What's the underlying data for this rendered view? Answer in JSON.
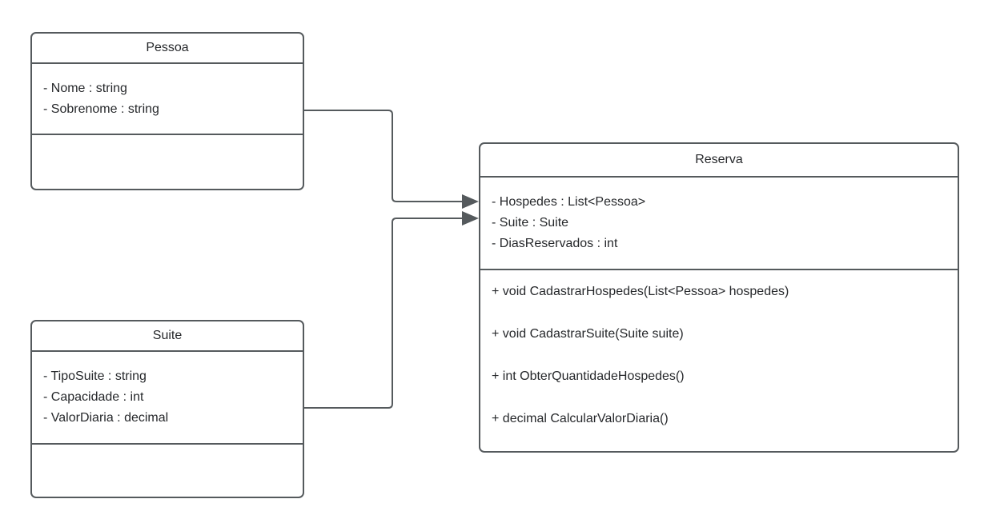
{
  "diagram": {
    "kind": "uml-class-diagram",
    "background_color": "#ffffff",
    "stroke_color": "#555a5d",
    "text_color": "#26282b",
    "classes": [
      {
        "id": "pessoa",
        "name": "Pessoa",
        "attributes": [
          "- Nome : string",
          "- Sobrenome : string"
        ],
        "operations": []
      },
      {
        "id": "suite",
        "name": "Suite",
        "attributes": [
          "- TipoSuite : string",
          "- Capacidade : int",
          "- ValorDiaria : decimal"
        ],
        "operations": []
      },
      {
        "id": "reserva",
        "name": "Reserva",
        "attributes": [
          "- Hospedes : List<Pessoa>",
          "- Suite : Suite",
          "- DiasReservados : int"
        ],
        "operations": [
          "+ void CadastrarHospedes(List<Pessoa> hospedes)",
          "+ void CadastrarSuite(Suite suite)",
          "+ int ObterQuantidadeHospedes()",
          "+ decimal CalcularValorDiaria()"
        ]
      }
    ],
    "relationships": [
      {
        "id": "pessoa-to-reserva",
        "from": "pessoa",
        "to": "reserva",
        "arrow": "open-arrow",
        "routing": "orthogonal"
      },
      {
        "id": "suite-to-reserva",
        "from": "suite",
        "to": "reserva",
        "arrow": "open-arrow",
        "routing": "orthogonal"
      }
    ]
  }
}
